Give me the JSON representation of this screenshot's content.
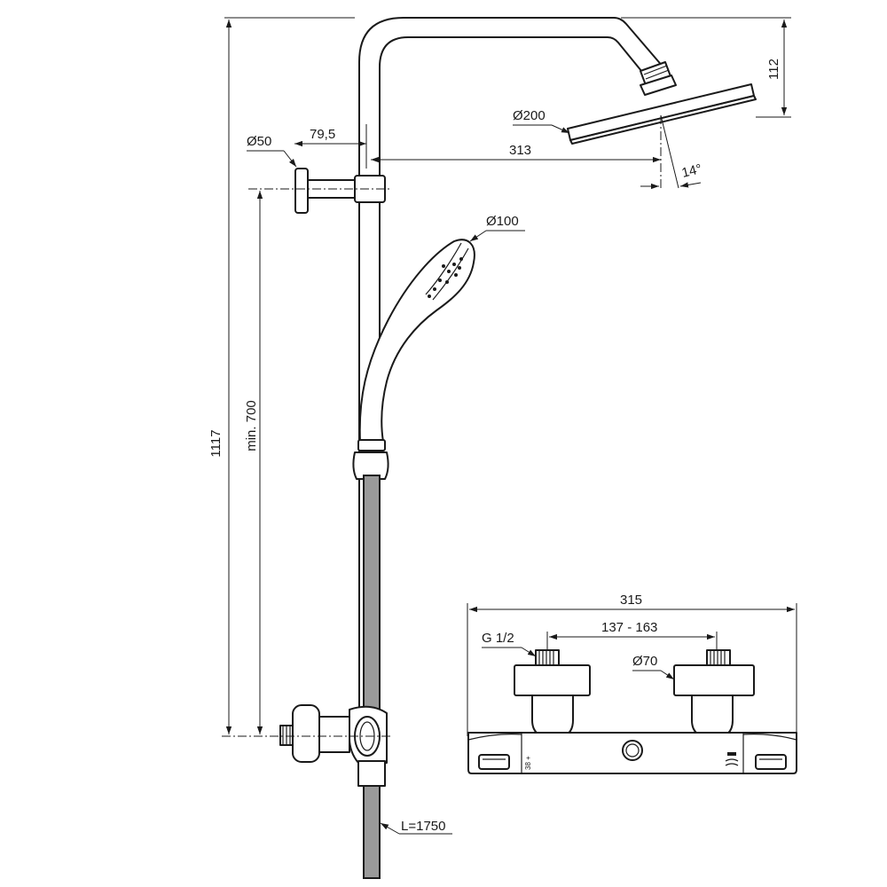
{
  "dimensions": {
    "total_height": "1117",
    "min_height": "min. 700",
    "head_offset": "112",
    "head_diameter": "Ø200",
    "arm_reach": "313",
    "angle": "14°",
    "wall_flange": "Ø50",
    "wall_offset": "79,5",
    "hand_diameter": "Ø100",
    "hose_length": "L=1750",
    "mixer_width": "315",
    "connection_spacing": "137 - 163",
    "connection_thread": "G 1/2",
    "escutcheon_diameter": "Ø70"
  },
  "icons": {
    "temp_scale": "38 +",
    "flow_icon": "water-flow-icon"
  }
}
